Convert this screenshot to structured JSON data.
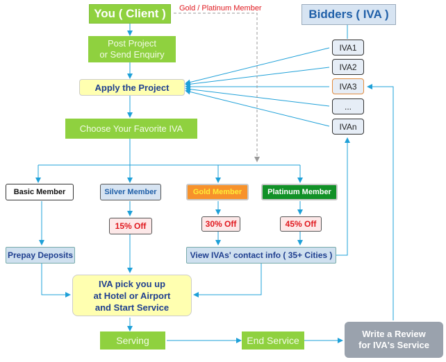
{
  "client": {
    "label": "You ( Client )"
  },
  "gold_platinum_note": "Gold / Platinum Member",
  "bidders": {
    "label": "Bidders ( IVA )",
    "items": [
      "IVA1",
      "IVA2",
      "IVA3",
      "...",
      "IVAn"
    ]
  },
  "steps": {
    "post_project": [
      "Post Project",
      "or Send Enquiry"
    ],
    "apply_project": "Apply the Project",
    "choose_iva": "Choose Your Favorite IVA",
    "prepay": "Prepay Deposits",
    "view_contacts": "View IVAs' contact info ( 35+ Cities )",
    "pickup": [
      "IVA pick you up",
      "at Hotel or Airport",
      "and Start Service"
    ],
    "serving": "Serving",
    "end_service": "End Service",
    "review": [
      "Write a Review",
      "for IVA's Service"
    ]
  },
  "memberships": [
    {
      "name": "Basic Member",
      "discount": null
    },
    {
      "name": "Silver Member",
      "discount": "15% Off"
    },
    {
      "name": "Gold Member",
      "discount": "30% Off"
    },
    {
      "name": "Platinum Member",
      "discount": "45% Off"
    }
  ],
  "colors": {
    "connector": "#1ea0d8",
    "dashed": "#999999",
    "green": "#8fd13f",
    "highlight_red": "#e0191f"
  }
}
